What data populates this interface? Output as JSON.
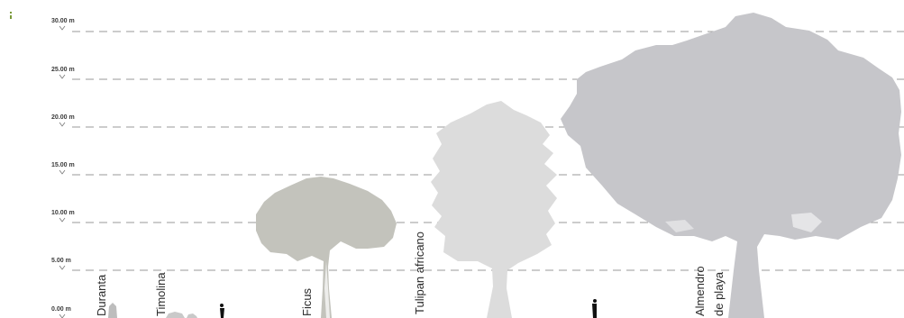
{
  "height_scale": {
    "unit": "m",
    "levels": [
      {
        "value": 0,
        "label": "0.00 m"
      },
      {
        "value": 5,
        "label": "5.00 m"
      },
      {
        "value": 10,
        "label": "10.00 m"
      },
      {
        "value": 15,
        "label": "15.00 m"
      },
      {
        "value": 20,
        "label": "20.00 m"
      },
      {
        "value": 25,
        "label": "25.00 m"
      },
      {
        "value": 30,
        "label": "30.00 m"
      }
    ]
  },
  "species": [
    {
      "id": "duranta",
      "lines": [
        "Duranta"
      ]
    },
    {
      "id": "timolina",
      "lines": [
        "Timolina"
      ]
    },
    {
      "id": "ficus",
      "lines": [
        "Ficus"
      ]
    },
    {
      "id": "tulipan",
      "lines": [
        "Tulipan africano"
      ]
    },
    {
      "id": "almendro",
      "lines": [
        "Almendro",
        "de playa"
      ]
    }
  ],
  "colors": {
    "gridline": "#9a9a9a",
    "ficus": "#c3c3bc",
    "tulipan": "#dcdcdc",
    "almendro": "#c6c6ca",
    "human_figure": "#111111",
    "corner_mark": "#7a9a3a"
  }
}
